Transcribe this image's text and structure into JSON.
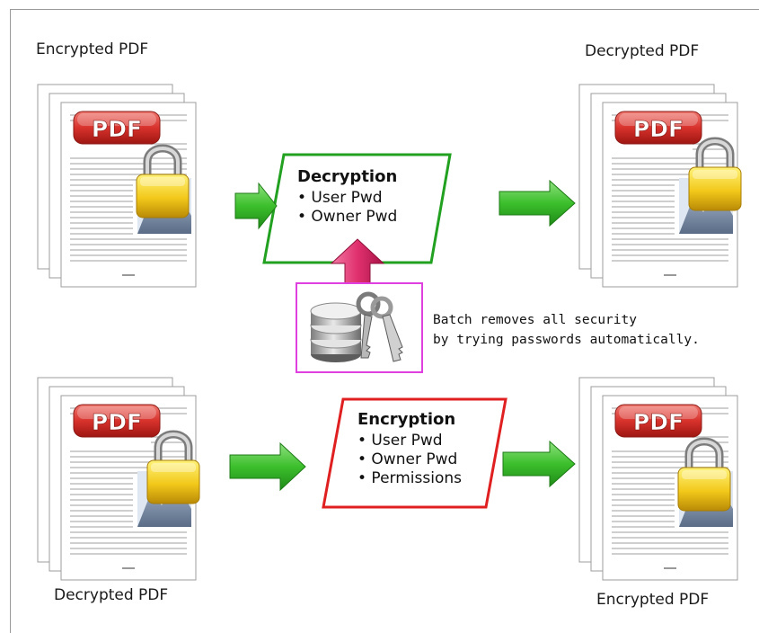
{
  "labels": {
    "top_left": "Encrypted PDF",
    "top_right": "Decrypted PDF",
    "bottom_left": "Decrypted PDF",
    "bottom_right": "Encrypted PDF"
  },
  "decryption": {
    "title": "Decryption",
    "items": [
      "• User Pwd",
      "• Owner Pwd"
    ]
  },
  "encryption": {
    "title": "Encryption",
    "items": [
      "• User Pwd",
      "• Owner Pwd",
      "• Permissions"
    ]
  },
  "note": {
    "line1": "Batch removes all security",
    "line2": "by trying passwords automatically."
  },
  "doc_badge": "PDF",
  "colors": {
    "decryption_border": "#22a020",
    "encryption_border": "#e02020",
    "keys_border": "#e040e0",
    "arrow_green": "#3cbf2c",
    "arrow_pink": "#e0306e",
    "badge_red": "#d8322c",
    "lock_gold": "#f2c81a"
  },
  "icons": [
    "pdf-document-icon",
    "padlock-icon",
    "database-keys-icon",
    "arrow-right-icon",
    "arrow-up-icon"
  ]
}
